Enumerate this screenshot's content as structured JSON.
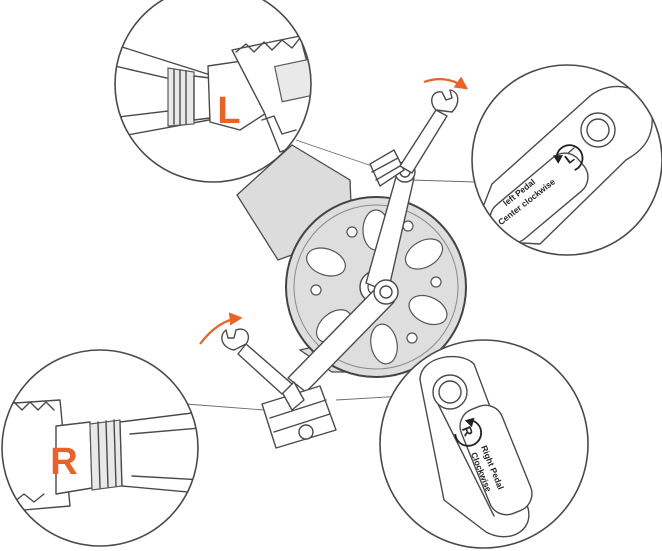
{
  "labels": {
    "left_letter": "L",
    "right_letter": "R",
    "left_note_line1": "left Pedal",
    "left_note_line2": "Center clockwise",
    "right_note_line1": "Right Pedal",
    "right_note_line2": "Clockwise"
  },
  "colors": {
    "accent": "#e8622a",
    "line": "#4a4a4a",
    "frame": "#d6d6d6",
    "chainring": "#dedede"
  },
  "icons": {
    "left_rotation": "rotate-clockwise-icon",
    "right_rotation": "rotate-clockwise-icon",
    "wrench": "wrench-icon"
  }
}
